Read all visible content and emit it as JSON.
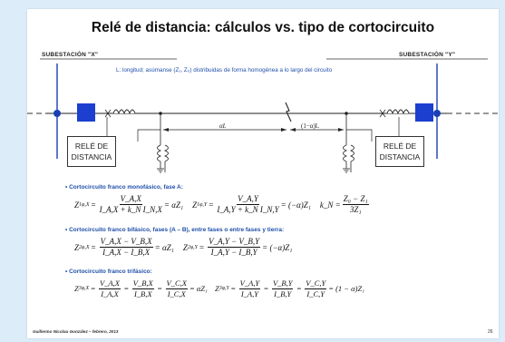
{
  "slide": {
    "title": "Relé de distancia: cálculos vs. tipo de cortocircuito",
    "station_x": "SUBESTACIÓN \"X\"",
    "station_y": "SUBESTACIÓN \"Y\"",
    "note": "L: longitud; asúmanse (Z₁, Z₀) distribuidas de forma homogénea a lo largo del circuito",
    "relay_left": [
      "RELÉ DE",
      "DISTANCIA"
    ],
    "relay_right": [
      "RELÉ DE",
      "DISTANCIA"
    ],
    "label_alpha_l": "αL",
    "label_one_minus": "(1−α)L",
    "bullet_1": "• Cortocircuito franco monofásico, fase A:",
    "bullet_2": "• Cortocircuito franco bifásico, fases (A – B), entre fases o entre fases y tierra:",
    "bullet_3": "• Cortocircuito franco trifásico:",
    "footer": "Guillermo Nicolau González – febrero, 2013",
    "page_number": "26"
  },
  "equations": {
    "e1": {
      "lhs1": "Z",
      "lhs1_sub": "1φ,X",
      "num1": "V_A,X",
      "den1": "I_A,X + k_N I_N,X",
      "res1": "= αZ₁",
      "lhs2": "Z",
      "lhs2_sub": "1φ,Y",
      "num2": "V_A,Y",
      "den2": "I_A,Y + k_N I_N,Y",
      "res2": "= (−α)Z₁",
      "kn_lhs": "k_N =",
      "kn_num": "Z₀ − Z₁",
      "kn_den": "3Z₁"
    },
    "e2": {
      "lhs1": "Z",
      "lhs1_sub": "2φ,X",
      "num1": "V_A,X − V_B,X",
      "den1": "I_A,X − I_B,X",
      "res1": "= αZ₁",
      "lhs2": "Z",
      "lhs2_sub": "2φ,Y",
      "num2": "V_A,Y − V_B,Y",
      "den2": "I_A,Y − I_B,Y",
      "res2": "= (−α)Z₁"
    },
    "e3": {
      "lhs1": "Z",
      "lhs1_sub": "3φ,X",
      "num1a": "V_A,X",
      "den1a": "I_A,X",
      "num1b": "V_B,X",
      "den1b": "I_B,X",
      "num1c": "V_C,X",
      "den1c": "I_C,X",
      "res1": "= αZ₁",
      "lhs2": "Z",
      "lhs2_sub": "3φ,Y",
      "num2a": "V_A,Y",
      "den2a": "I_A,Y",
      "num2b": "V_B,Y",
      "den2b": "I_B,Y",
      "num2c": "V_C,Y",
      "den2c": "I_C,Y",
      "res2": "= (1 − α)Z₁"
    }
  },
  "colors": {
    "background": "#dcecf9",
    "bus_node": "#1a3fb5",
    "breaker": "#1c3fd0",
    "accent_text": "#1f4fa8"
  }
}
